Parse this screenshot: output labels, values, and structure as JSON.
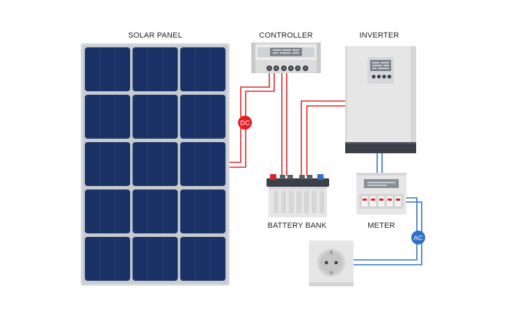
{
  "labels": {
    "solar_panel": "SOLAR PANEL",
    "controller": "CONTROLLER",
    "inverter": "INVERTER",
    "battery_bank": "BATTERY BANK",
    "meter": "METER"
  },
  "badges": {
    "dc": "DC",
    "ac": "AC"
  },
  "colors": {
    "panel_cell": "#1b3266",
    "panel_frame": "#d6d9dd",
    "dc_wire": "#e31e24",
    "ac_wire": "#2f6fc6",
    "device_body": "#e9e9e9",
    "inverter_base": "#3a3f48",
    "screen": "#7c8289"
  }
}
